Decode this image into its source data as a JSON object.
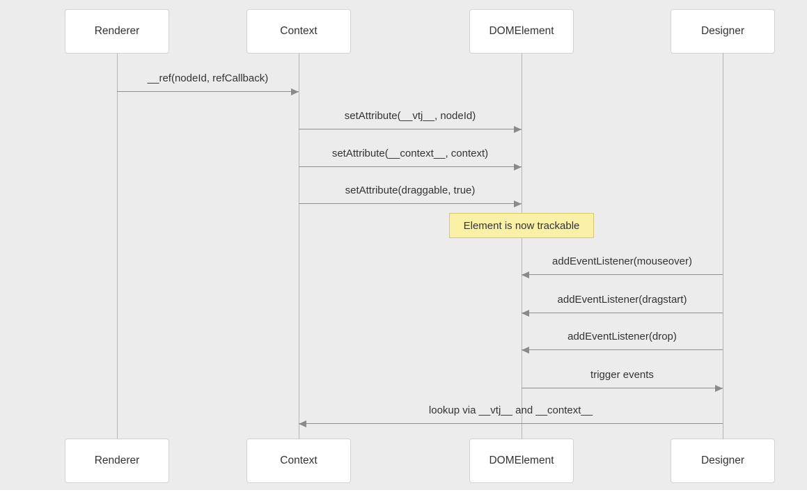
{
  "diagram": {
    "type": "sequence-diagram",
    "participants": [
      {
        "id": "renderer",
        "label": "Renderer"
      },
      {
        "id": "context",
        "label": "Context"
      },
      {
        "id": "domelement",
        "label": "DOMElement"
      },
      {
        "id": "designer",
        "label": "Designer"
      }
    ],
    "messages": [
      {
        "from": "Renderer",
        "to": "Context",
        "direction": "right",
        "text": "__ref(nodeId, refCallback)"
      },
      {
        "from": "Context",
        "to": "DOMElement",
        "direction": "right",
        "text": "setAttribute(__vtj__, nodeId)"
      },
      {
        "from": "Context",
        "to": "DOMElement",
        "direction": "right",
        "text": "setAttribute(__context__, context)"
      },
      {
        "from": "Context",
        "to": "DOMElement",
        "direction": "right",
        "text": "setAttribute(draggable, true)"
      },
      {
        "from": "Designer",
        "to": "DOMElement",
        "direction": "left",
        "text": "addEventListener(mouseover)"
      },
      {
        "from": "Designer",
        "to": "DOMElement",
        "direction": "left",
        "text": "addEventListener(dragstart)"
      },
      {
        "from": "Designer",
        "to": "DOMElement",
        "direction": "left",
        "text": "addEventListener(drop)"
      },
      {
        "from": "DOMElement",
        "to": "Designer",
        "direction": "right",
        "text": "trigger events"
      },
      {
        "from": "Designer",
        "to": "Context",
        "direction": "left",
        "text": "lookup via __vtj__ and __context__"
      }
    ],
    "note": {
      "over": "DOMElement",
      "text": "Element is now trackable"
    },
    "colors": {
      "background": "#ececec",
      "participant_fill": "#ffffff",
      "participant_border": "#d2d2d2",
      "arrow": "#8f8f8f",
      "lifeline": "#b5b5b5",
      "note_fill": "#fbf1a6",
      "note_border": "#d9c86e",
      "text": "#333333"
    }
  }
}
